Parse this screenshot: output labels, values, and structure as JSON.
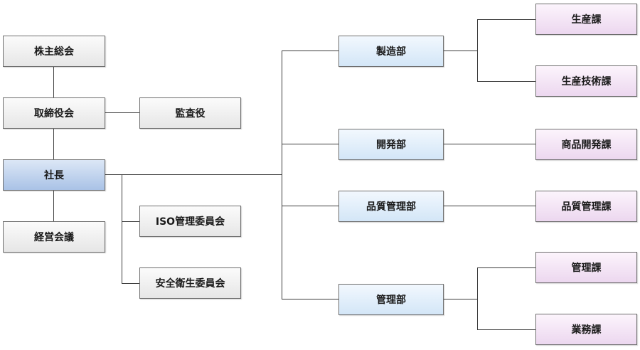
{
  "org_chart": {
    "governance": {
      "shareholders_meeting": "株主総会",
      "board_of_directors": "取締役会",
      "auditor": "監査役",
      "president": "社長",
      "management_meeting": "経営会議"
    },
    "committees": [
      "ISO管理委員会",
      "安全衛生委員会"
    ],
    "departments": [
      {
        "name": "製造部",
        "sections": [
          "生産課",
          "生産技術課"
        ]
      },
      {
        "name": "開発部",
        "sections": [
          "商品開発課"
        ]
      },
      {
        "name": "品質管理部",
        "sections": [
          "品質管理課"
        ]
      },
      {
        "name": "管理部",
        "sections": [
          "管理課",
          "業務課"
        ]
      }
    ]
  }
}
